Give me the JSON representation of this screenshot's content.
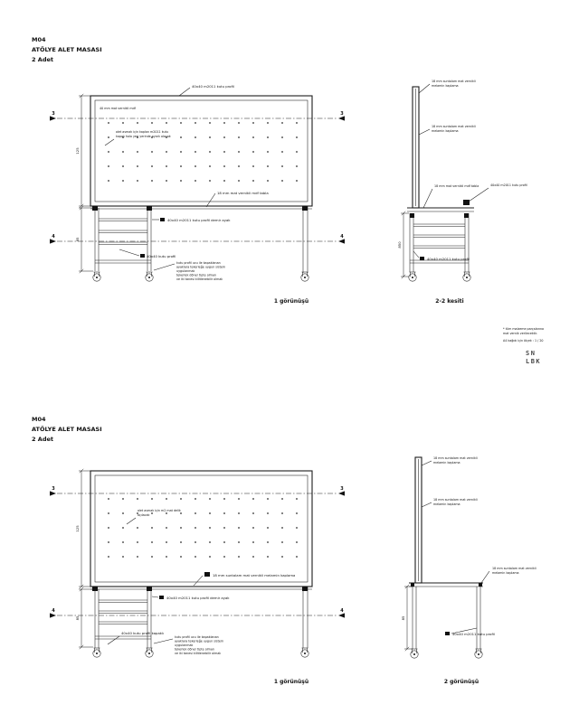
{
  "sheet1": {
    "header": {
      "code": "M04",
      "title": "ATÖLYE ALET MASASI",
      "qty": "2 Adet"
    },
    "front": {
      "top_label": "40x40 m2011 kutu profil",
      "inner_label": "40 mm mat vernikli mdf",
      "hole_note": [
        "alet asmak için kaplan m2011 kutu",
        "kapalı holo yeri yerinde ayarlı olacak"
      ],
      "mdf_label": "18 mm mat vernikli mdf tabla",
      "leg_label": "40x40 m2011 kutu profil demir ayak",
      "profil_label": "40x40 kutu profil",
      "wheel_note": [
        "kutu profil ucu ile kapaklanan",
        "ayaklara tekerleğe uygun sistem",
        "uygulanmalı",
        "tekerlek döner tipte olmalı",
        "ve iki tanesi kilitlenebilir olmalı"
      ],
      "dim_upper": "125",
      "dim_lower": "85",
      "marker3": "3",
      "marker4": "4",
      "caption": "1 görünüşü"
    },
    "section": {
      "panel_label": [
        "18 mm suntalam mat vernikli",
        "melamin kaplama"
      ],
      "panel_label2": [
        "18 mm suntalam mat vernikli",
        "melamin kaplama"
      ],
      "mdf_label": "18 mm mat vernikli mdf tabla",
      "profil_label": "40x40 m2011 kutu profil",
      "cart_label": "40x40 m2011 kutu profil",
      "dim": "850",
      "caption": "2-2 kesiti"
    },
    "notes": [
      "* tüm malzeme parçalarına",
      "mat vernik verilecektir.",
      "A4 kağıdı için ölçek : 1 / 20"
    ],
    "logo": [
      "SN",
      "LBK"
    ]
  },
  "sheet2": {
    "header": {
      "code": "M04",
      "title": "ATÖLYE ALET MASASI",
      "qty": "2 Adet"
    },
    "front": {
      "hole_note": [
        "alet asmak için m2 mat delik",
        "açılacak"
      ],
      "board_label": "18 mm suntalam mat vernikli melamin kaplama",
      "leg_label": "40x40 m2011 kutu profil demir ayak",
      "profil_label": "40x40 kutu profil kapaklı",
      "wheel_note": [
        "kutu profil ucu ile kapaklanan",
        "ayaklara tekerleğe uygun sistem",
        "uygulanmalı",
        "tekerlek döner tipte olmalı",
        "ve iki tanesi kilitlenebilir olmalı"
      ],
      "dim_upper": "125",
      "dim_lower": "85",
      "marker3": "3",
      "marker4": "4",
      "caption": "1 görünüşü"
    },
    "side": {
      "panel_label": [
        "18 mm suntalam mat vernikli",
        "melamin kaplama"
      ],
      "panel_label2": [
        "18 mm suntalam mat vernikli",
        "melamin kaplama"
      ],
      "top_label": [
        "18 mm suntalam mat vernikli",
        "melamin kaplama"
      ],
      "profil_label": "40x40 m2011 kutu profil",
      "dim": "85",
      "caption": "2 görünüşü"
    }
  }
}
